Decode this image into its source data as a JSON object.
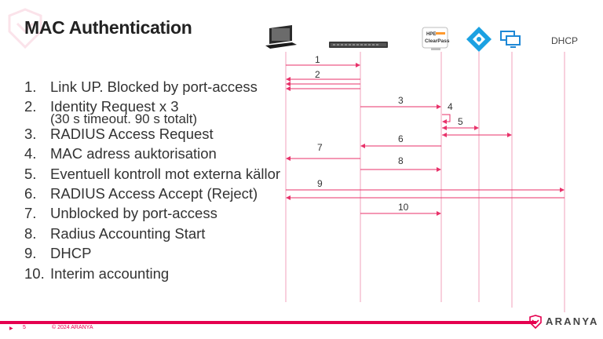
{
  "title": "MAC Authentication",
  "steps": [
    {
      "num": "1.",
      "text": "Link UP. Blocked by port-access"
    },
    {
      "num": "2.",
      "text": "Identity Request x 3",
      "sub": "(30 s timeout. 90 s totalt)"
    },
    {
      "num": "3.",
      "text": "RADIUS Access Request"
    },
    {
      "num": "4.",
      "text": "MAC adress auktorisation"
    },
    {
      "num": "5.",
      "text": "Eventuell kontroll mot externa källor"
    },
    {
      "num": "6.",
      "text": "RADIUS Access Accept (Reject)"
    },
    {
      "num": "7.",
      "text": "Unblocked by port-access"
    },
    {
      "num": "8.",
      "text": "Radius Accounting Start"
    },
    {
      "num": "9.",
      "text": "DHCP"
    },
    {
      "num": "10.",
      "text": "Interim accounting"
    }
  ],
  "participants": {
    "laptop": {
      "icon": "laptop-icon"
    },
    "switch": {
      "icon": "switch-icon"
    },
    "clearpass": {
      "icon": "hpe-clearpass-icon",
      "label_top": "HPE",
      "label_bottom": "ClearPass"
    },
    "directory": {
      "icon": "azure-ad-icon"
    },
    "endpoint_db": {
      "icon": "monitor-stack-icon"
    },
    "dhcp": {
      "label": "DHCP"
    }
  },
  "arrow_labels": {
    "a1": "1",
    "a2": "2",
    "a3": "3",
    "a4": "4",
    "a5": "5",
    "a6": "6",
    "a7": "7",
    "a8": "8",
    "a9": "9",
    "a10": "10"
  },
  "footer": {
    "page": "5",
    "copyright": "© 2024 ARANYA",
    "brand": "ARANYA"
  },
  "colors": {
    "accent": "#e5004f",
    "lifeline": "#f0a0bb",
    "arrow": "#e8326a"
  }
}
